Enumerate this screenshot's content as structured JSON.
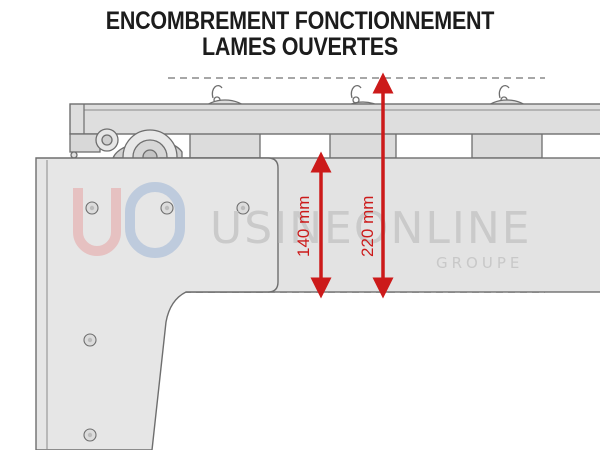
{
  "title": {
    "line1": "ENCOMBREMENT FONCTIONNEMENT",
    "line2": "LAMES OUVERTES"
  },
  "dimensions": {
    "inner_label": "140 mm",
    "outer_label": "220 mm"
  },
  "watermark": {
    "brand": "USINEONLINE",
    "sub": "GROUPE"
  },
  "colors": {
    "dimension_red": "#cc1a1a",
    "metal_fill": "#e3e3e3",
    "outline": "#6e6e6e"
  }
}
